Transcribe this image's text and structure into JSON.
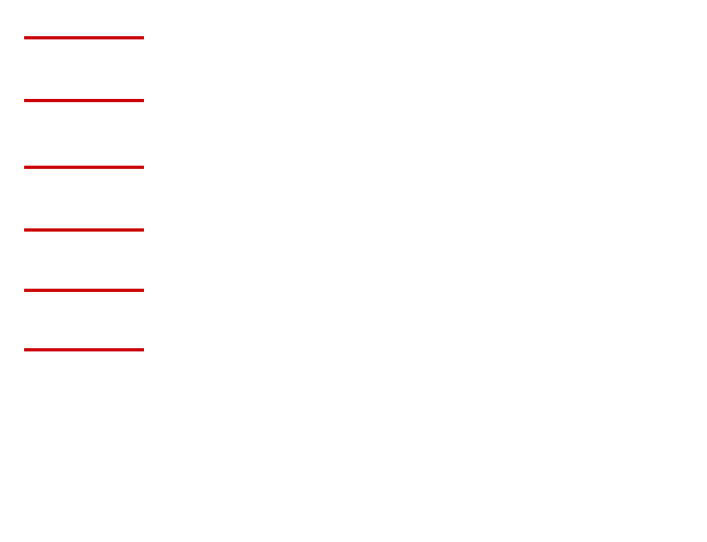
{
  "colors": {
    "background": "#ffffff",
    "rule": "#cc0000"
  },
  "dividers": [
    {
      "name": "section-divider-1"
    },
    {
      "name": "section-divider-2"
    },
    {
      "name": "section-divider-3"
    },
    {
      "name": "section-divider-4"
    },
    {
      "name": "section-divider-5"
    },
    {
      "name": "section-divider-6"
    }
  ]
}
